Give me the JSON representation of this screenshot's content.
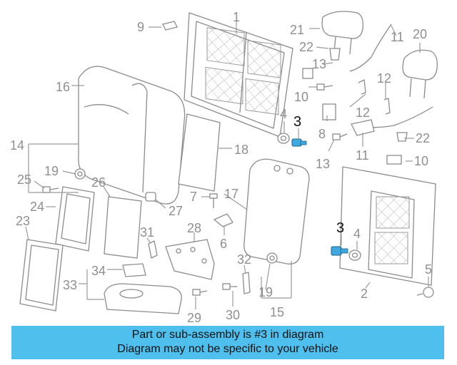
{
  "diagram": {
    "callouts": [
      "1",
      "2",
      "3",
      "3",
      "4",
      "4",
      "5",
      "6",
      "7",
      "8",
      "9",
      "10",
      "10",
      "11",
      "11",
      "12",
      "12",
      "13",
      "13",
      "14",
      "15",
      "16",
      "17",
      "18",
      "19",
      "19",
      "20",
      "21",
      "22",
      "22",
      "23",
      "24",
      "25",
      "26",
      "27",
      "28",
      "29",
      "30",
      "31",
      "32",
      "33",
      "34"
    ],
    "highlighted_part": "3",
    "colors": {
      "line": "#8c8c8c",
      "callout_text": "#8f8f8f",
      "highlight_part": "#3fa9e0",
      "highlight_text": "#111111",
      "banner": "#4fbfee"
    }
  },
  "banner": {
    "line1": "Part or sub-assembly is #3 in diagram",
    "line2": "Diagram may not be specific to your vehicle"
  }
}
